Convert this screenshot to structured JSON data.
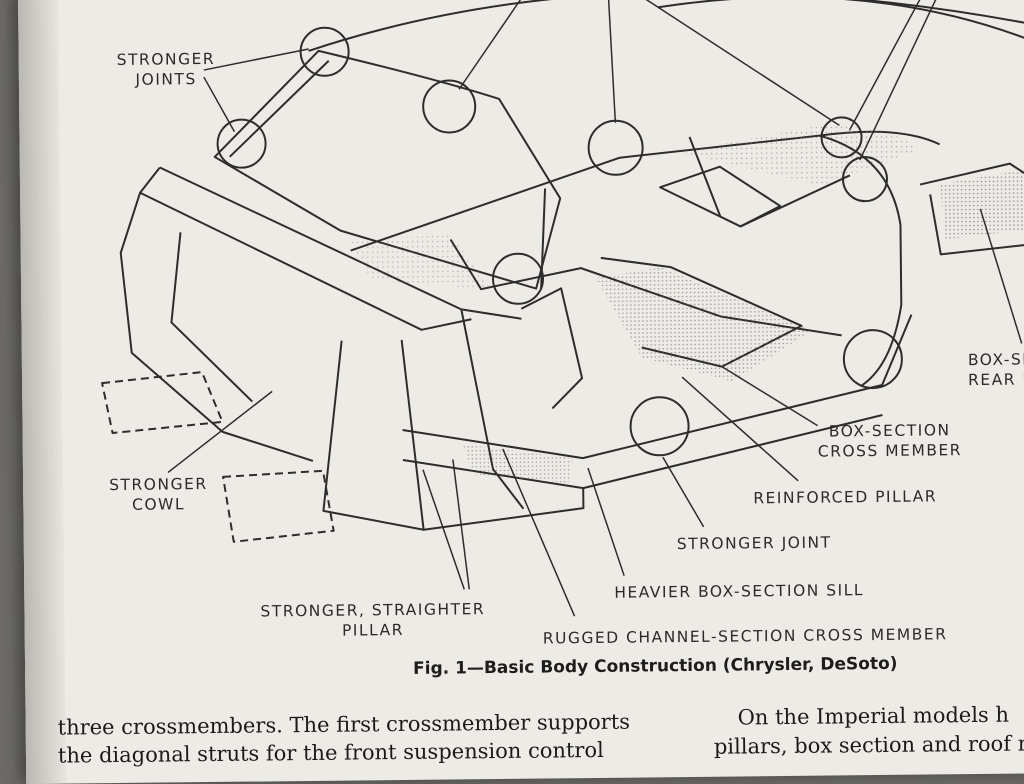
{
  "figure": {
    "callouts": {
      "stronger_joints": [
        "STRONGER",
        "JOINTS"
      ],
      "stronger_cowl": [
        "STRONGER",
        "COWL"
      ],
      "stronger_straighter_pillar": [
        "STRONGER, STRAIGHTER",
        "PILLAR"
      ],
      "rugged_channel_cross_member": "RUGGED CHANNEL-SECTION CROSS MEMBER",
      "heavier_box_section_sill": "HEAVIER BOX-SECTION SILL",
      "stronger_joint": "STRONGER JOINT",
      "reinforced_pillar": "REINFORCED PILLAR",
      "box_section_cross_member": [
        "BOX-SECTION",
        "CROSS MEMBER"
      ],
      "box_section_rear_partial": [
        "BOX-SEC",
        "REAR F"
      ]
    },
    "caption": "Fig. 1—Basic Body Construction (Chrysler, DeSoto)"
  },
  "body_text": {
    "left_line_1": "three crossmembers. The first crossmember supports",
    "left_line_2": "the diagonal struts for the front suspension control",
    "right_line_1": "On the Imperial models h",
    "right_line_2": "pillars, box section and roof r"
  }
}
